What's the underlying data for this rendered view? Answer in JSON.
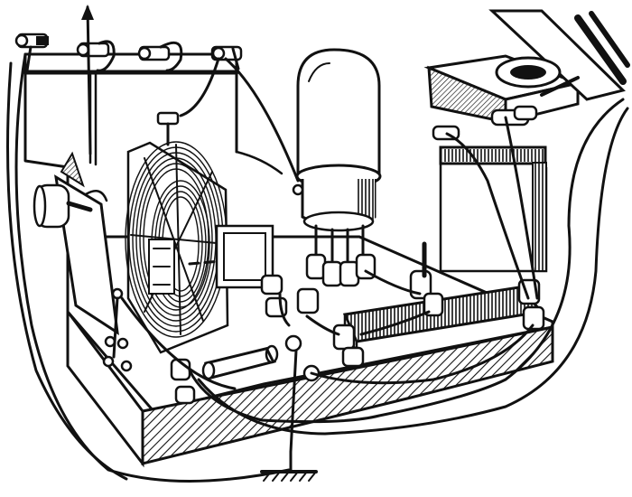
{
  "diagram": {
    "components": [
      {
        "id": "binding-posts",
        "count": 4
      },
      {
        "id": "antenna-lead"
      },
      {
        "id": "variable-capacitor"
      },
      {
        "id": "spiderweb-coils"
      },
      {
        "id": "vacuum-tube"
      },
      {
        "id": "tube-socket"
      },
      {
        "id": "audio-transformer"
      },
      {
        "id": "rheostat"
      },
      {
        "id": "grid-resistor"
      },
      {
        "id": "headphones"
      },
      {
        "id": "battery-wires"
      },
      {
        "id": "ground"
      }
    ]
  }
}
